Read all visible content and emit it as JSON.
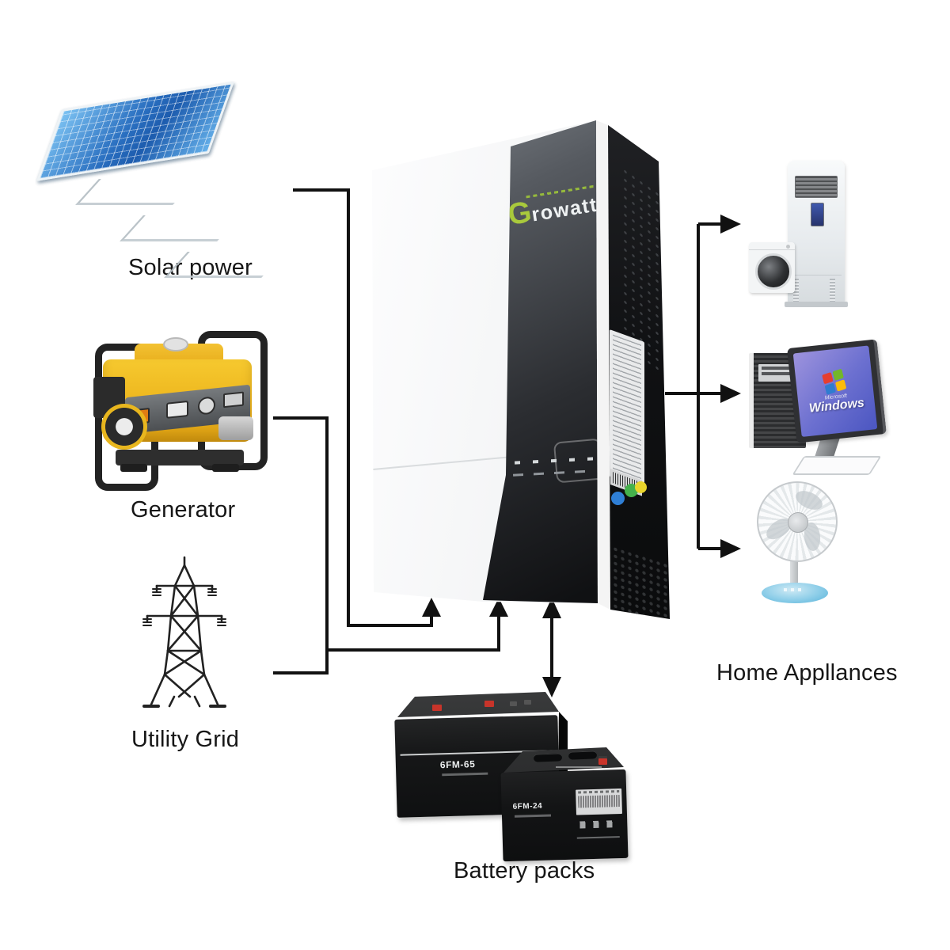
{
  "diagram": {
    "labels": {
      "solar": "Solar power",
      "generator": "Generator",
      "utility_grid": "Utility Grid",
      "home_appliances": "Home Appllances",
      "battery_packs": "Battery packs"
    },
    "inverter": {
      "brand_g": "G",
      "brand_rest": "rowatt"
    },
    "computer_screen": {
      "brand_small": "Microsoft",
      "brand": "Windows"
    },
    "batteries": {
      "large_model": "6FM-65",
      "small_model": "6FM-24"
    },
    "colors": {
      "wire_line": "#111111",
      "solar_blue": "#2a6fc0",
      "generator_yellow": "#edb51d",
      "logo_green": "#a9c93c",
      "fan_base_blue": "#58b2d9",
      "windows_flag": [
        "#e53e30",
        "#73b729",
        "#2f7cd0",
        "#fbbc09"
      ]
    }
  }
}
